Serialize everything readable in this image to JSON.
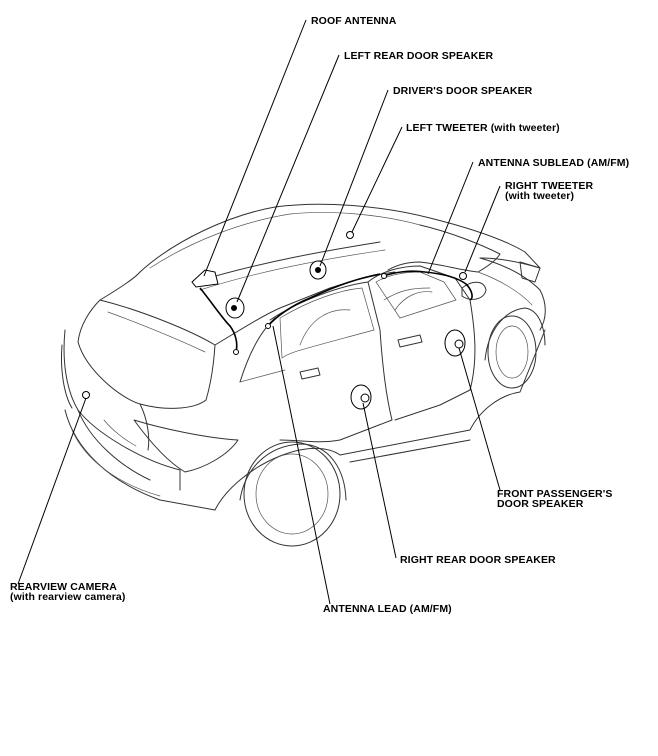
{
  "labels": {
    "roof_antenna": "ROOF ANTENNA",
    "left_rear_door_speaker": "LEFT REAR DOOR SPEAKER",
    "drivers_door_speaker": "DRIVER'S DOOR SPEAKER",
    "left_tweeter": "LEFT TWEETER (with tweeter)",
    "antenna_sublead": "ANTENNA SUBLEAD (AM/FM)",
    "right_tweeter_line1": "RIGHT TWEETER",
    "right_tweeter_line2": "(with tweeter)",
    "front_passengers_line1": "FRONT PASSENGER'S",
    "front_passengers_line2": "DOOR SPEAKER",
    "right_rear_door_speaker": "RIGHT REAR DOOR SPEAKER",
    "antenna_lead": "ANTENNA LEAD (AM/FM)",
    "rearview_camera_line1": "REARVIEW CAMERA",
    "rearview_camera_line2": "(with rearview camera)"
  }
}
